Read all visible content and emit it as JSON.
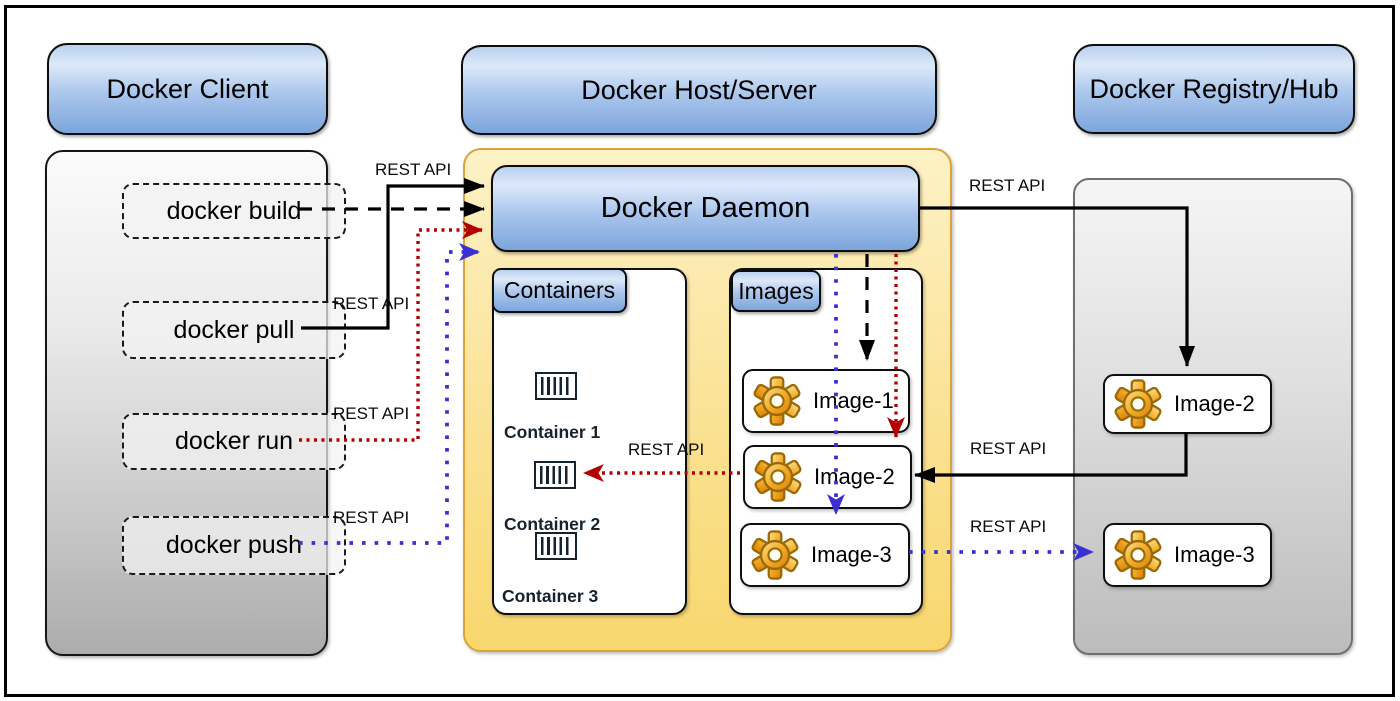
{
  "headers": {
    "client": "Docker Client",
    "host": "Docker Host/Server",
    "registry": "Docker Registry/Hub"
  },
  "client": {
    "commands": [
      "docker build",
      "docker pull",
      "docker run",
      "docker push"
    ]
  },
  "host": {
    "daemon_label": "Docker Daemon",
    "containers": {
      "title": "Containers",
      "items": [
        "Container 1",
        "Container 2",
        "Container 3"
      ]
    },
    "images": {
      "title": "Images",
      "items": [
        "Image-1",
        "Image-2",
        "Image-3"
      ]
    }
  },
  "registry": {
    "images": [
      "Image-2",
      "Image-3"
    ]
  },
  "connections": [
    {
      "from": "docker build",
      "to": "Docker Daemon",
      "label": "REST API",
      "style": "dashed",
      "color": "#000000"
    },
    {
      "from": "docker pull",
      "to": "Docker Daemon",
      "label": "REST API",
      "style": "solid",
      "color": "#000000"
    },
    {
      "from": "docker run",
      "to": "Docker Daemon",
      "label": "REST API",
      "style": "dotted",
      "color": "#b30000"
    },
    {
      "from": "docker push",
      "to": "Docker Daemon",
      "label": "REST API",
      "style": "dotted",
      "color": "#3a2fd1"
    },
    {
      "from": "Docker Daemon",
      "to": "Registry Image-2",
      "label": "REST API",
      "style": "solid",
      "color": "#000000"
    },
    {
      "from": "Docker Daemon",
      "to": "Image-1",
      "style": "dashed",
      "color": "#000000"
    },
    {
      "from": "Docker Daemon",
      "to": "Image-2",
      "style": "dotted",
      "color": "#b30000"
    },
    {
      "from": "Docker Daemon",
      "to": "Image-3",
      "style": "dotted",
      "color": "#3a2fd1"
    },
    {
      "from": "Image-2",
      "to": "Container 2",
      "label": "REST API",
      "style": "dotted",
      "color": "#b30000"
    },
    {
      "from": "Registry Image-2",
      "to": "Image-2",
      "label": "REST API",
      "style": "solid",
      "color": "#000000"
    },
    {
      "from": "Image-3",
      "to": "Registry Image-3",
      "label": "REST API",
      "style": "dotted",
      "color": "#3a2fd1"
    }
  ],
  "icons": {
    "image_icon": "gear-icon",
    "container_icon": "container-icon"
  },
  "colors": {
    "arrow_black": "#000000",
    "arrow_red": "#b30000",
    "arrow_blue": "#3a2fd1",
    "host_fill_bottom": "#f8d76d",
    "host_border": "#d9a33a",
    "node_blue_top": "#dde9f9",
    "node_blue_bottom": "#7da5dc"
  }
}
